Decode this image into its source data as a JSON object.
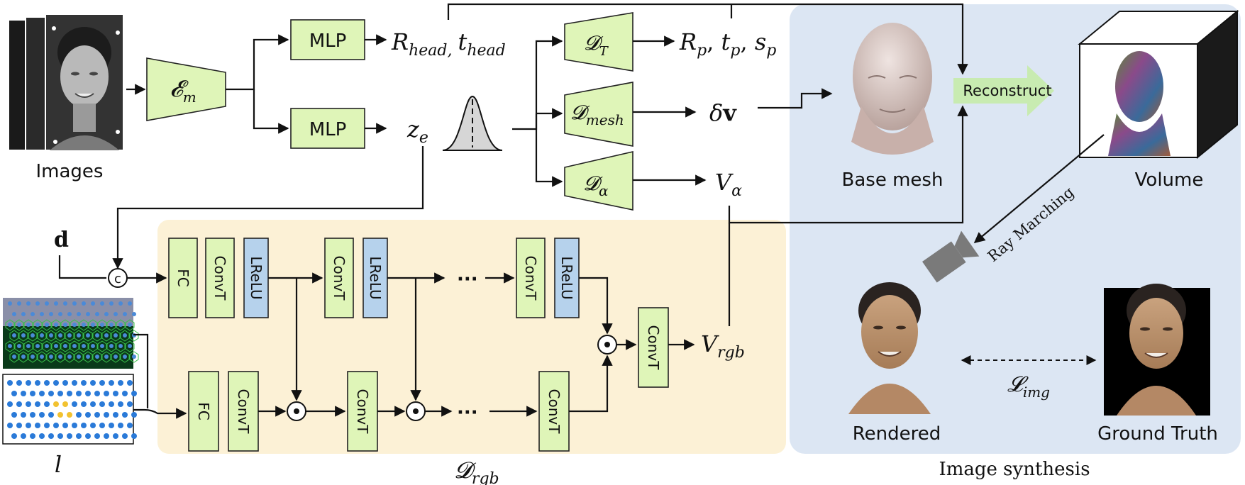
{
  "encoder": {
    "input_label": "Images",
    "encoder_symbol": "𝓔",
    "encoder_sub": "m",
    "mlp_top": "MLP",
    "mlp_bottom": "MLP"
  },
  "pose": {
    "r": "R",
    "r_sub": "head,",
    "t": "t",
    "t_sub": "head"
  },
  "latent": {
    "z": "z",
    "z_sub": "e"
  },
  "decoders": {
    "dt": "𝓓",
    "dt_sub": "T",
    "dmesh": "𝓓",
    "dmesh_sub": "mesh",
    "dalpha": "𝓓",
    "dalpha_sub": "α"
  },
  "outputs": {
    "rp": "R",
    "rp_sub": "p",
    "tp": "t",
    "tp_sub": "p",
    "sp": "s",
    "sp_sub": "p",
    "dv": "δ",
    "dv_bold": "v",
    "valpha": "V",
    "valpha_sub": "α",
    "vrgb": "V",
    "vrgb_sub": "rgb"
  },
  "rgb_decoder": {
    "d_label": "d",
    "concat": "c",
    "fc": "FC",
    "convt": "ConvT",
    "lrelu": "LReLU",
    "ellipsis": "···",
    "dot": "•",
    "name": "𝓓",
    "name_sub": "rgb",
    "l_label": "l"
  },
  "synthesis": {
    "base_mesh": "Base mesh",
    "reconstruct": "Reconstruct",
    "volume": "Volume",
    "ray_marching": "Ray  Marching",
    "rendered": "Rendered",
    "ground_truth": "Ground Truth",
    "loss": "𝓛",
    "loss_sub": "img",
    "section_label": "Image synthesis"
  },
  "colors": {
    "green_box": "#dff5b8",
    "blue_box": "#b6d2ec",
    "synthesis_bg": "#dce6f3",
    "rgb_bg": "#fcf1d6",
    "reconstruct_arrow": "#c8ebb1"
  }
}
